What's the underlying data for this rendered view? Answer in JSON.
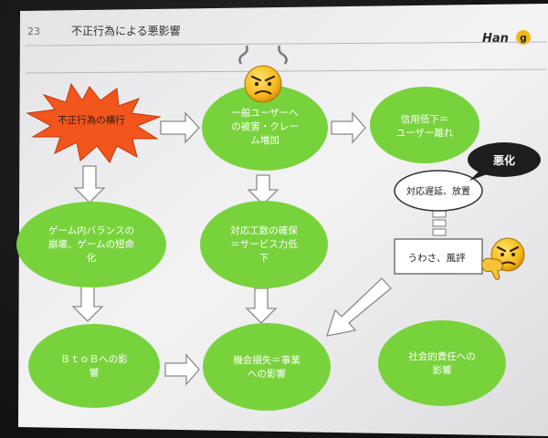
{
  "slide": {
    "page_number": "23",
    "title": "不正行為による悪影響",
    "logo_text": "Han",
    "logo_circle_letter": "g"
  },
  "nodes": {
    "misconduct": "不正行為の横行",
    "user_harm": [
      "一般ユーザーへ",
      "の被害・クレー",
      "ム増加"
    ],
    "trust_loss": [
      "信用低下＝",
      "ユーザー離れ"
    ],
    "game_balance": [
      "ゲーム内バランスの",
      "崩壊、ゲームの短命",
      "化"
    ],
    "support_cost": [
      "対応工数の確保",
      "＝サービス力低",
      "下"
    ],
    "btob": [
      "ＢｔｏＢへの影",
      "響"
    ],
    "opportunity_loss": [
      "機会損失＝事業",
      "への影響"
    ],
    "social_responsibility": [
      "社会的責任への",
      "影響"
    ],
    "slow_response": "対応遅延、放置",
    "rumor": "うわさ、風評",
    "worsening": "悪化"
  },
  "icons": {
    "top_face": "angry-face-icon",
    "right_face": "angry-face-thumbs-down-icon"
  },
  "colors": {
    "green": "#78d23c",
    "burst": "#f2561d",
    "arrow_fill": "#ffffff",
    "arrow_stroke": "#8a8a8a",
    "callout": "#1e1e1e",
    "face": "#f3b81a"
  }
}
